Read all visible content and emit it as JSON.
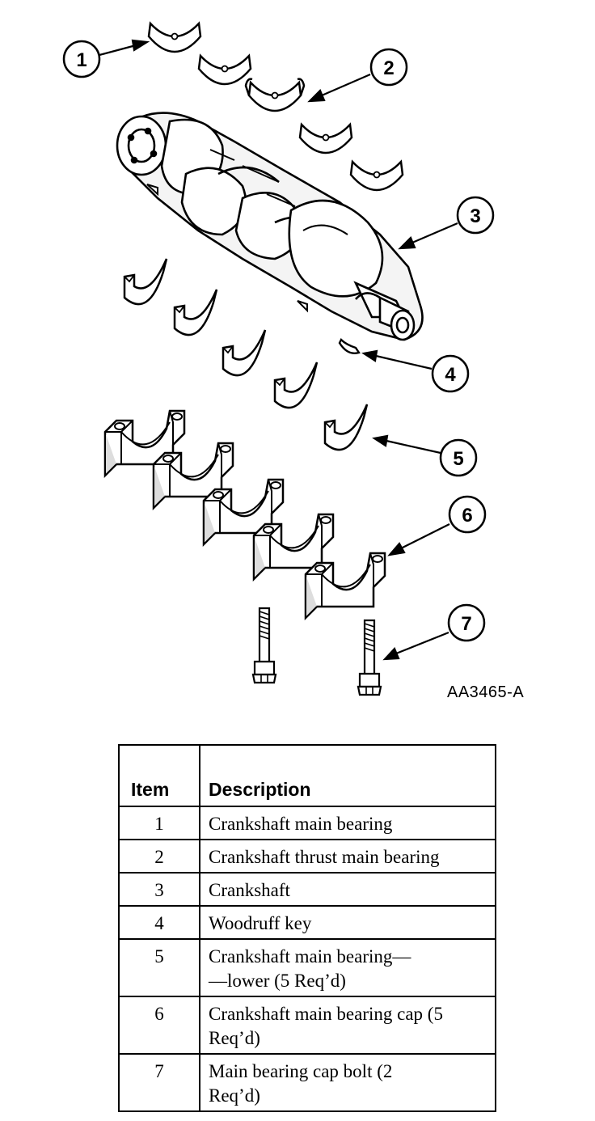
{
  "figure": {
    "code": "AA3465-A",
    "callouts": [
      "1",
      "2",
      "3",
      "4",
      "5",
      "6",
      "7"
    ]
  },
  "table": {
    "headers": {
      "item": "Item",
      "description": "Description"
    },
    "rows": [
      {
        "item": "1",
        "description": [
          "Crankshaft main bearing"
        ]
      },
      {
        "item": "2",
        "description": [
          "Crankshaft thrust main bearing"
        ]
      },
      {
        "item": "3",
        "description": [
          "Crankshaft"
        ]
      },
      {
        "item": "4",
        "description": [
          "Woodruff key"
        ]
      },
      {
        "item": "5",
        "description": [
          "Crankshaft main bearing—",
          "—lower (5 Req’d)"
        ]
      },
      {
        "item": "6",
        "description": [
          "Crankshaft main bearing cap (5",
          "Req’d)"
        ]
      },
      {
        "item": "7",
        "description": [
          "Main bearing cap bolt (2",
          "Req’d)"
        ]
      }
    ]
  }
}
